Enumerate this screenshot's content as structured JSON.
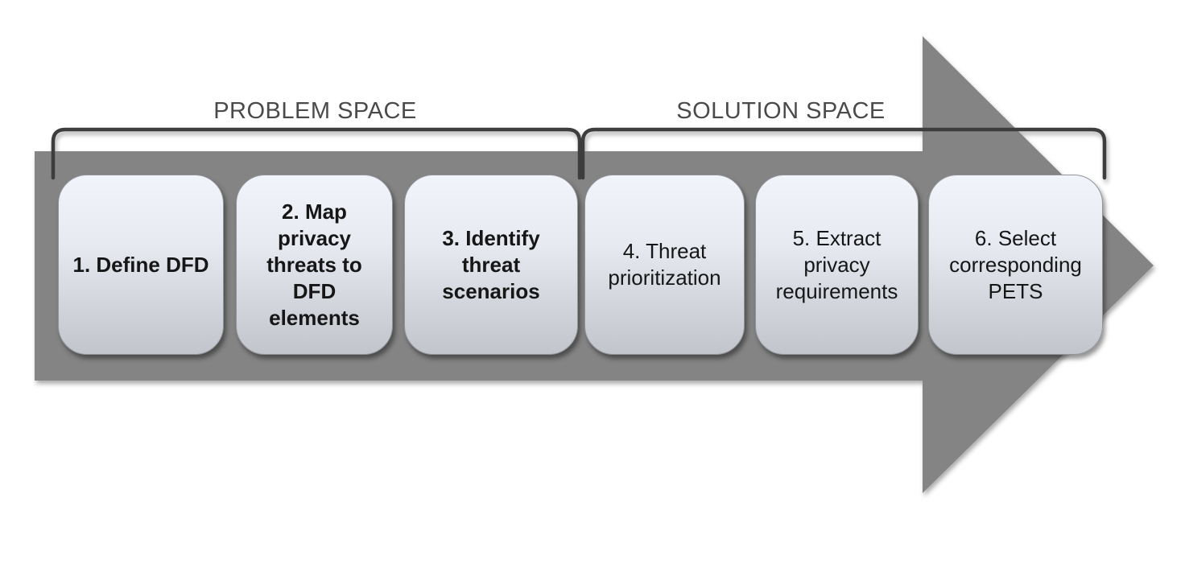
{
  "diagram": {
    "labels": {
      "problem_space": "PROBLEM SPACE",
      "solution_space": "SOLUTION SPACE"
    },
    "steps": [
      "1. Define DFD",
      "2. Map\nprivacy\nthreats to\nDFD\nelements",
      "3. Identify\nthreat\nscenarios",
      "4. Threat\nprioritization",
      "5. Extract\nprivacy\nrequirements",
      "6. Select\ncorresponding\nPETS"
    ],
    "colors": {
      "arrow_fill": "#848484",
      "bracket_stroke": "#3e3e3e",
      "label_text": "#4a4a4a",
      "step_text": "#161616",
      "box_gradient_top": "#f1f4fa",
      "box_gradient_bottom": "#c2c5cc",
      "box_border": "#92949a",
      "background": "#ffffff"
    }
  }
}
